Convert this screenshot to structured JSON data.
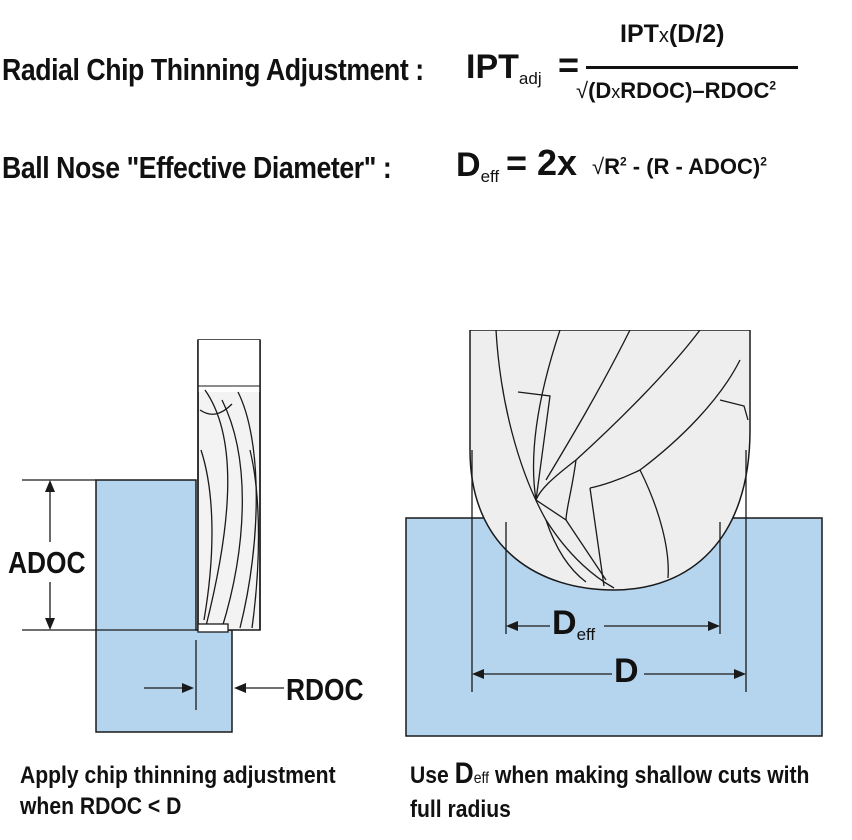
{
  "formula1": {
    "label": "Radial Chip Thinning Adjustment :",
    "lhs_main": "IPT",
    "lhs_sub": "adj",
    "equals": "=",
    "numerator_a": "IPT",
    "numerator_x": "x",
    "numerator_b": "(D/2)",
    "radical": "√",
    "denominator_a": "(D",
    "denominator_x": "x",
    "denominator_b": "RDOC)–RDOC",
    "denominator_exp": "2"
  },
  "formula2": {
    "label": "Ball Nose \"Effective Diameter\" :",
    "lhs_main": "D",
    "lhs_sub": "eff",
    "equals": "= 2x",
    "radical": "√",
    "expr_a": "R",
    "expr_a_exp": "2",
    "expr_b": " - (R - ADOC)",
    "expr_b_exp": "2"
  },
  "left_diagram": {
    "adoc_label": "ADOC",
    "rdoc_label": "RDOC",
    "caption_line1": "Apply chip thinning adjustment",
    "caption_line2": "when RDOC < D"
  },
  "right_diagram": {
    "deff_main": "D",
    "deff_sub": "eff",
    "d_label": "D",
    "caption_line1_prefix": "Use ",
    "caption_deff_main": "D",
    "caption_deff_sub": "eff",
    "caption_line1_suffix": " when making shallow cuts with",
    "caption_line2": "full radius"
  },
  "colors": {
    "workpiece": "#b5d4ee",
    "tool": "#eeeeee",
    "stroke": "#1a1a1a"
  }
}
